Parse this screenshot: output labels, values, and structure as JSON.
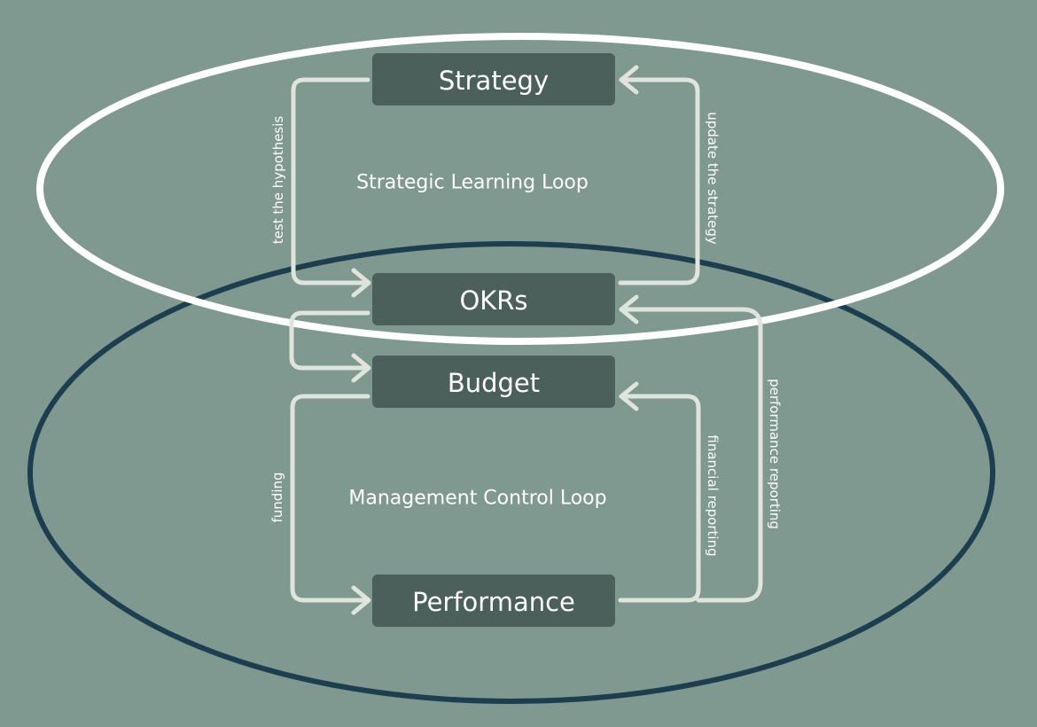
{
  "diagram": {
    "colors": {
      "background": "#7f9890",
      "node_fill": "#4b605a",
      "arrow": "#dfe5dc",
      "strategic_loop_ring": "#ffffff",
      "management_loop_ring": "#1d3e4f"
    },
    "nodes": {
      "strategy": "Strategy",
      "okrs": "OKRs",
      "budget": "Budget",
      "performance": "Performance"
    },
    "loops": {
      "strategic": "Strategic Learning Loop",
      "management": "Management Control Loop"
    },
    "edges": {
      "test_hypothesis": "test the hypothesis",
      "update_strategy": "update the strategy",
      "funding": "funding",
      "financial_reporting": "financial reporting",
      "performance_reporting": "performance reporting"
    }
  }
}
